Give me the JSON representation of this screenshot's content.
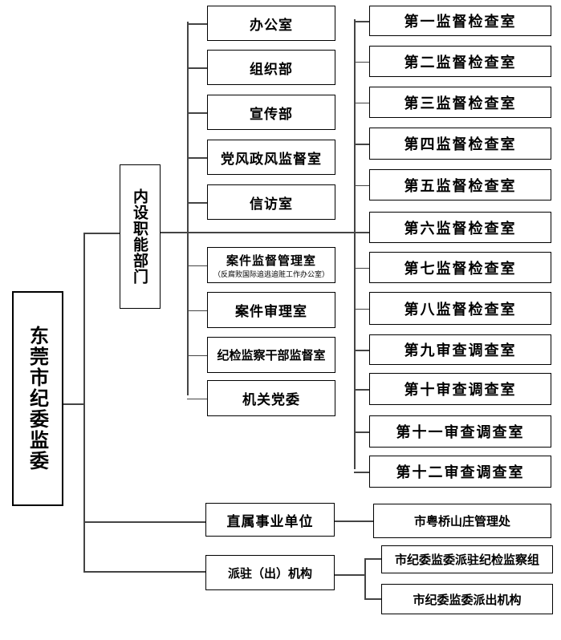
{
  "root": "东莞市纪委监委",
  "internal_group": "内设职能部门",
  "left_departments": [
    "办公室",
    "组织部",
    "宣传部",
    "党风政风监督室",
    "信访室",
    "案件监督管理室",
    "案件审理室",
    "纪检监察干部监督室",
    "机关党委"
  ],
  "case_supervision_subtitle": "（反腐败国际追逃追赃工作办公室）",
  "right_departments": [
    "第一监督检查室",
    "第二监督检查室",
    "第三监督检查室",
    "第四监督检查室",
    "第五监督检查室",
    "第六监督检查室",
    "第七监督检查室",
    "第八监督检查室",
    "第九审查调查室",
    "第十审查调查室",
    "第十一审查调查室",
    "第十二审查调查室"
  ],
  "affiliated": {
    "label": "直属事业单位",
    "child": "市粤桥山庄管理处"
  },
  "dispatched": {
    "label": "派驻（出）机构",
    "children": [
      "市纪委监委派驻纪检监察组",
      "市纪委监委派出机构"
    ]
  }
}
